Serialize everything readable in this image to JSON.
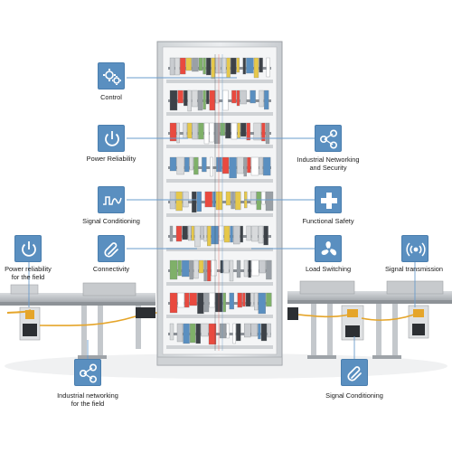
{
  "colors": {
    "icon_background": "#5a8fc0",
    "connector_line": "#6a9ccc",
    "cabinet_body": "#e6e8ea",
    "cable": "#e5a52a",
    "floor_shadow": "#f0f1f2"
  },
  "features": [
    {
      "id": "control",
      "icon": "gears-icon",
      "label": "Control"
    },
    {
      "id": "power-reliability",
      "icon": "power-icon",
      "label": "Power Reliability"
    },
    {
      "id": "signal-conditioning",
      "icon": "waveform-icon",
      "label": "Signal Conditioning"
    },
    {
      "id": "connectivity",
      "icon": "paperclip-icon",
      "label": "Connectivity"
    },
    {
      "id": "industrial-networking-security",
      "icon": "network-icon",
      "label": "Industrial Networking\nand Security"
    },
    {
      "id": "functional-safety",
      "icon": "cross-icon",
      "label": "Functional Safety"
    },
    {
      "id": "load-switching",
      "icon": "fan-icon",
      "label": "Load Switching"
    }
  ],
  "field_features": [
    {
      "id": "power-reliability-field",
      "icon": "power-icon",
      "label": "Power reliability\nfor the field"
    },
    {
      "id": "industrial-networking-field",
      "icon": "network-icon",
      "label": "Industrial networking\nfor the field"
    },
    {
      "id": "signal-transmission",
      "icon": "signal-icon",
      "label": "Signal transmission"
    },
    {
      "id": "signal-conditioning-field",
      "icon": "paperclip-icon",
      "label": "Signal Conditioning"
    }
  ]
}
